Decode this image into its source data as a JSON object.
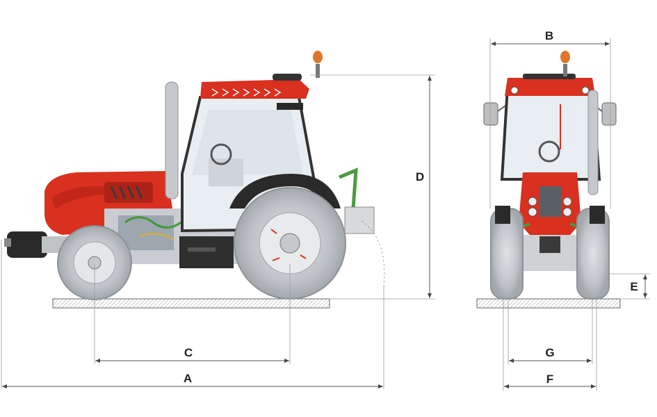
{
  "labels": {
    "A": "A",
    "B": "B",
    "C": "C",
    "D": "D",
    "E": "E",
    "F": "F",
    "G": "G"
  },
  "colors": {
    "body_red": "#d9301f",
    "tire": "#b9bdc2",
    "ground": "#cfcfcf",
    "glass": "#e9eef2",
    "dark": "#2a2a2a"
  }
}
